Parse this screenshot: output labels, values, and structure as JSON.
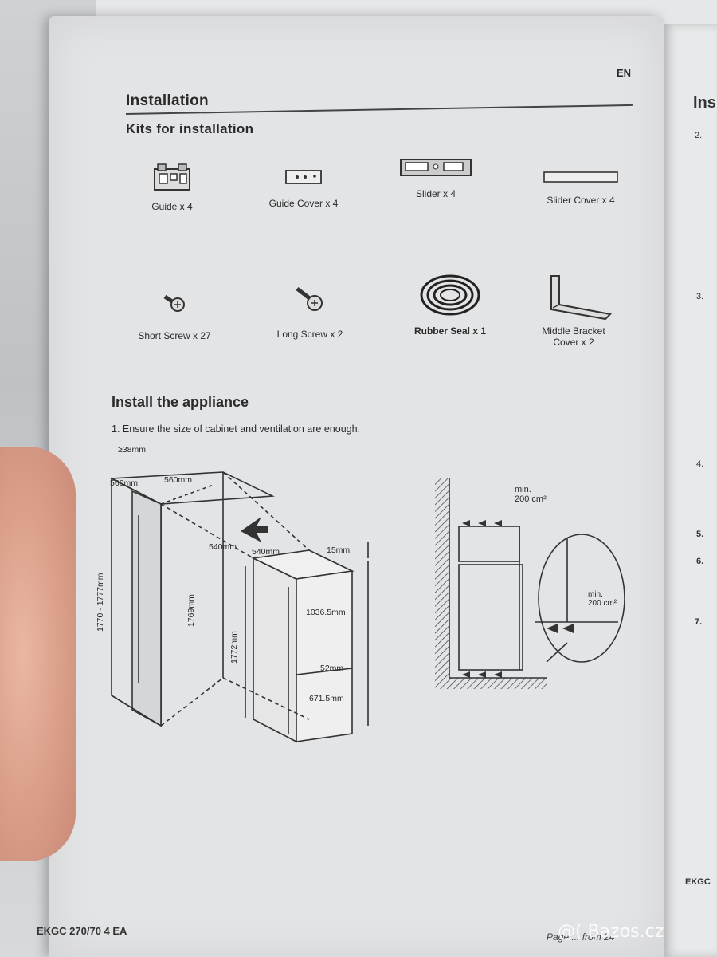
{
  "header": {
    "lang": "EN",
    "title": "Installation",
    "kits_title": "Kits for installation"
  },
  "kits": [
    {
      "label": "Guide x 4",
      "icon": "guide-icon"
    },
    {
      "label": "Guide Cover x 4",
      "icon": "guide-cover-icon"
    },
    {
      "label": "Slider x 4",
      "icon": "slider-icon"
    },
    {
      "label": "Slider Cover x 4",
      "icon": "slider-cover-icon"
    },
    {
      "label": "Short Screw x 27",
      "icon": "short-screw-icon"
    },
    {
      "label": "Long Screw x 2",
      "icon": "long-screw-icon"
    },
    {
      "label": "Rubber Seal x 1",
      "icon": "rubber-seal-icon"
    },
    {
      "label": "Middle Bracket Cover x 2",
      "icon": "bracket-icon"
    }
  ],
  "install": {
    "title": "Install the appliance",
    "step1": "1. Ensure the size of cabinet and ventilation are enough."
  },
  "dimensions": {
    "d38": "≥38mm",
    "d560a": "560mm",
    "d560b": "560mm",
    "d540a": "540mm",
    "d540b": "540mm",
    "d15": "15mm",
    "d1036": "1036.5mm",
    "d52": "52mm",
    "d671": "671.5mm",
    "d1770": "1770 - 1777mm",
    "d1769": "1769mm",
    "d1772": "1772mm"
  },
  "ventilation": {
    "top": "min.\n200 cm²",
    "bottom": "min.\n200 cm²"
  },
  "right_page": {
    "head": "Ins",
    "n2": "2.",
    "n3": "3.",
    "n4": "4.",
    "n5": "5.",
    "n6": "6.",
    "n7": "7.",
    "ekgc": "EKGC"
  },
  "footer": {
    "model": "EKGC 270/70 4 EA",
    "page": "Page ... from 24"
  },
  "watermark": "@( Bazos.cz"
}
